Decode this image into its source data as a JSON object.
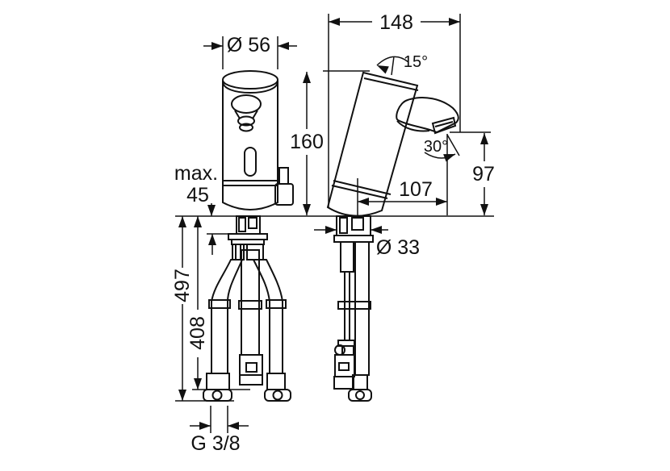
{
  "drawing": {
    "type": "faucet installation dimensional drawing",
    "views": [
      "front view",
      "side view"
    ]
  },
  "colors": {
    "line": "#111111",
    "background": "#ffffff"
  },
  "dimensions": {
    "top_diameter": "Ø 56",
    "overall_depth": "148",
    "tilt_angle": "15°",
    "body_height": "160",
    "outlet_angle": "30°",
    "outlet_height": "97",
    "spout_reach": "107",
    "shank_diameter": "Ø 33",
    "deck_thickness_prefix": "max.",
    "deck_thickness_value": "45",
    "hose_length_total": "497",
    "hose_length_partial": "408",
    "connection_thread": "G 3/8"
  }
}
